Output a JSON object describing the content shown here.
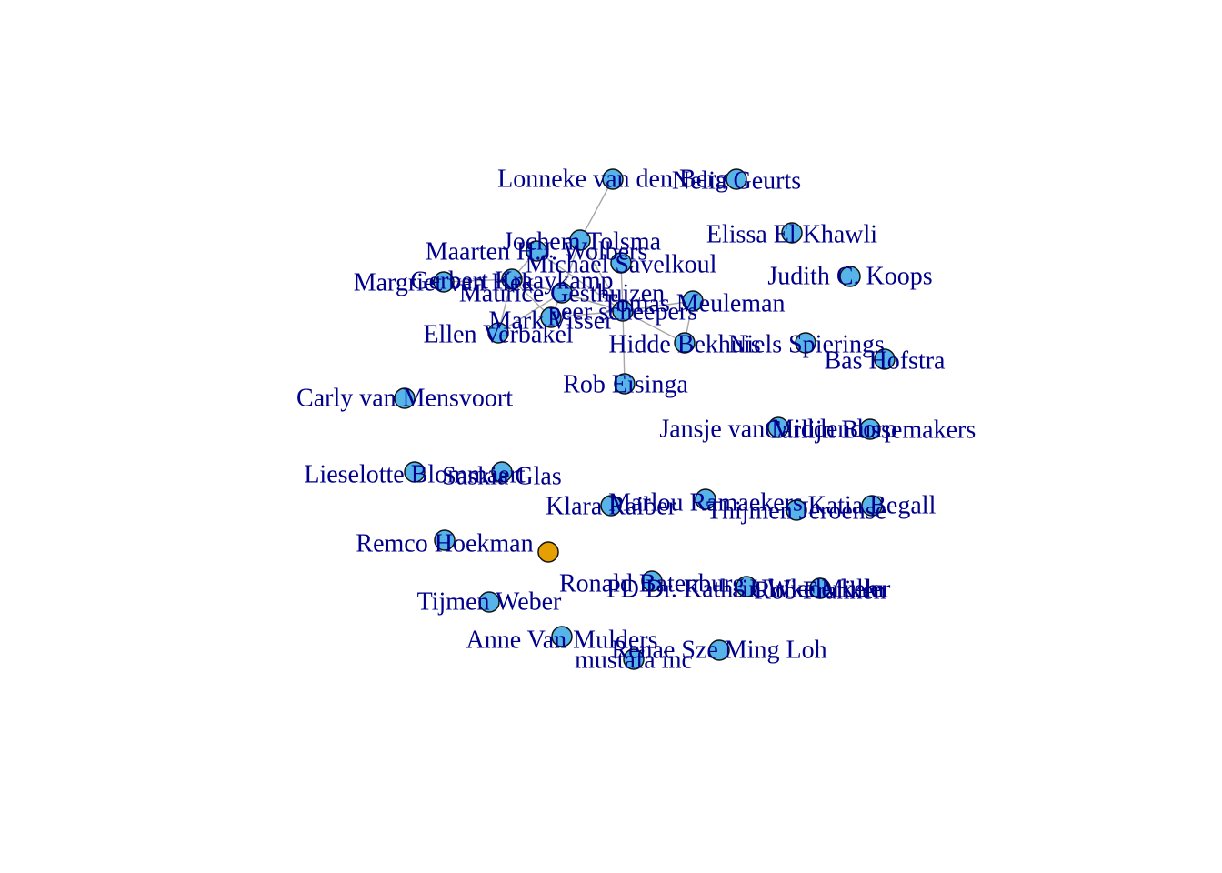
{
  "graph": {
    "colors": {
      "edge": "#a6a6a6",
      "node_default": "#56b4e9",
      "node_highlight": "#e69f00",
      "node_border": "#111111",
      "label": "#00008b"
    },
    "nodes": [
      {
        "id": "lonneke",
        "label": "Lonneke van den Berg",
        "color": "default"
      },
      {
        "id": "nelia",
        "label": "Nelia Geurts",
        "color": "default"
      },
      {
        "id": "jochem",
        "label": "Jochem Tolsma",
        "color": "default"
      },
      {
        "id": "elissa",
        "label": "Elissa El Khawli",
        "color": "default"
      },
      {
        "id": "maarten",
        "label": "Maarten H.J. Wolbers",
        "color": "default"
      },
      {
        "id": "michael",
        "label": "Michael Savelkoul",
        "color": "default"
      },
      {
        "id": "judith",
        "label": "Judith C. Koops",
        "color": "default"
      },
      {
        "id": "margriet",
        "label": "Margriet van Hek",
        "color": "default"
      },
      {
        "id": "gerbert",
        "label": "Gerbert Kraaykamp",
        "color": "default"
      },
      {
        "id": "maurice",
        "label": "Maurice Gesthuizen",
        "color": "default"
      },
      {
        "id": "peer",
        "label": "peer scheepers",
        "color": "default"
      },
      {
        "id": "tomas",
        "label": "Tomas Meuleman",
        "color": "default"
      },
      {
        "id": "mark",
        "label": "Mark Visser",
        "color": "default"
      },
      {
        "id": "ellen",
        "label": "Ellen Verbakel",
        "color": "default"
      },
      {
        "id": "hidde",
        "label": "Hidde Bekhuis",
        "color": "default"
      },
      {
        "id": "niels",
        "label": "Niels Spierings",
        "color": "default"
      },
      {
        "id": "bas",
        "label": "Bas Hofstra",
        "color": "default"
      },
      {
        "id": "rob_e",
        "label": "Rob Eisinga",
        "color": "default"
      },
      {
        "id": "carly",
        "label": "Carly van Mensvoort",
        "color": "default"
      },
      {
        "id": "jansje",
        "label": "Jansje van Middendorp",
        "color": "default"
      },
      {
        "id": "carlijn",
        "label": "Carlijn Bussemakers",
        "color": "default"
      },
      {
        "id": "lieselotte",
        "label": "Lieselotte Blommaert",
        "color": "default"
      },
      {
        "id": "saskia",
        "label": "Saskia Glas",
        "color": "default"
      },
      {
        "id": "marlou",
        "label": "Marlou Ramaekers",
        "color": "default"
      },
      {
        "id": "klara",
        "label": "Klara Raiber",
        "color": "default"
      },
      {
        "id": "katia",
        "label": "Katia Begall",
        "color": "default"
      },
      {
        "id": "thijmen_j",
        "label": "Thijmen Jeroense",
        "color": "default"
      },
      {
        "id": "remco",
        "label": "Remco Hoekman",
        "color": "default"
      },
      {
        "id": "unlabeled",
        "label": "",
        "color": "highlight"
      },
      {
        "id": "ronald",
        "label": "Ronald Batenburg",
        "color": "default"
      },
      {
        "id": "kathrin",
        "label": "PD Dr. Kathrin Wiederkehr",
        "color": "default"
      },
      {
        "id": "rob_f",
        "label": "Rob Franken",
        "color": "default"
      },
      {
        "id": "ulrike",
        "label": "Ulrike Müller",
        "color": "default"
      },
      {
        "id": "tijmen_w",
        "label": "Tijmen Weber",
        "color": "default"
      },
      {
        "id": "anne",
        "label": "Anne Van Mulders",
        "color": "default"
      },
      {
        "id": "renae",
        "label": "Renae Sze Ming Loh",
        "color": "default"
      },
      {
        "id": "mustafa",
        "label": "mustafa inc",
        "color": "default"
      }
    ],
    "edges": [
      [
        "lonneke",
        "jochem"
      ],
      [
        "jochem",
        "maurice"
      ],
      [
        "jochem",
        "peer"
      ],
      [
        "maarten",
        "gerbert"
      ],
      [
        "maarten",
        "peer"
      ],
      [
        "michael",
        "peer"
      ],
      [
        "gerbert",
        "maurice"
      ],
      [
        "gerbert",
        "peer"
      ],
      [
        "gerbert",
        "mark"
      ],
      [
        "margriet",
        "gerbert"
      ],
      [
        "maurice",
        "peer"
      ],
      [
        "maurice",
        "mark"
      ],
      [
        "maurice",
        "ellen"
      ],
      [
        "mark",
        "peer"
      ],
      [
        "peer",
        "tomas"
      ],
      [
        "peer",
        "hidde"
      ],
      [
        "peer",
        "rob_e"
      ],
      [
        "tomas",
        "hidde"
      ],
      [
        "ellen",
        "gerbert"
      ]
    ]
  }
}
